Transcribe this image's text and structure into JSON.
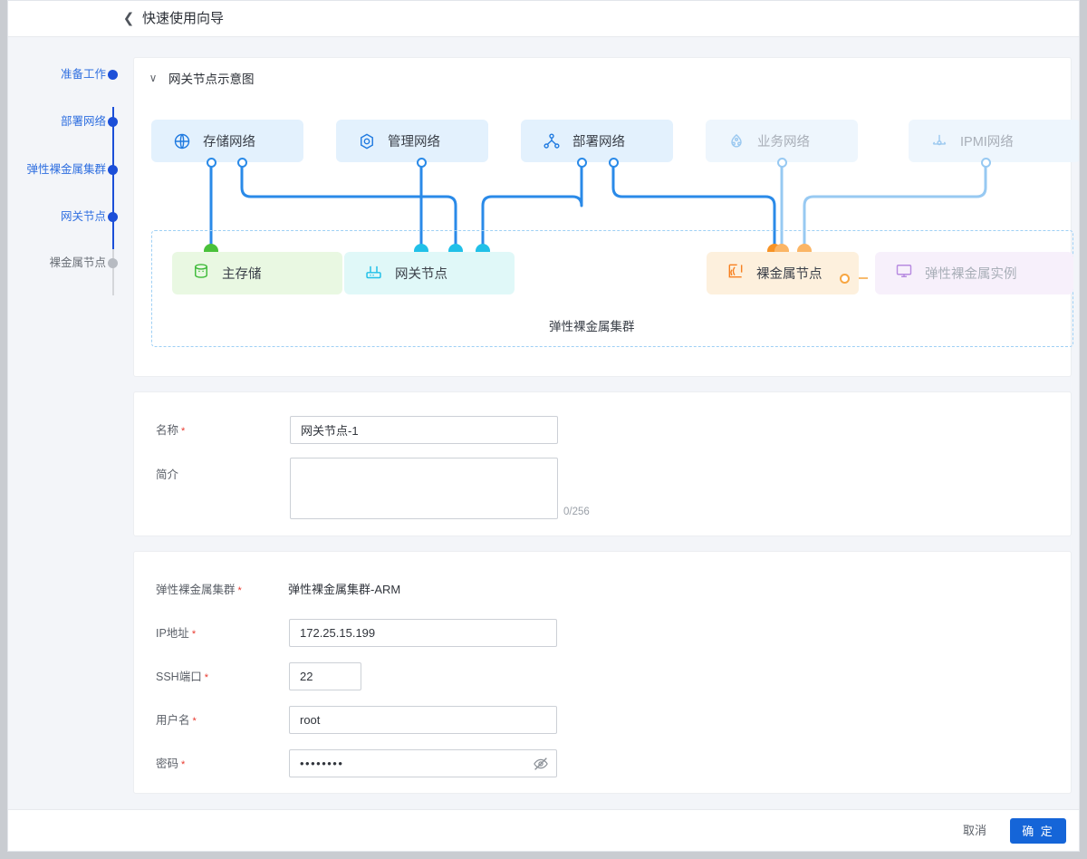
{
  "header": {
    "back_icon": "chevron-left",
    "title": "快速使用向导"
  },
  "steps": [
    {
      "label": "准备工作",
      "state": "done"
    },
    {
      "label": "部署网络",
      "state": "done"
    },
    {
      "label": "弹性裸金属集群",
      "state": "done"
    },
    {
      "label": "网关节点",
      "state": "current"
    },
    {
      "label": "裸金属节点",
      "state": "pending"
    }
  ],
  "diagram": {
    "title": "网关节点示意图",
    "collapse_icon": "chevron-down",
    "networks": [
      {
        "label": "存储网络",
        "icon": "globe-icon",
        "enabled": true
      },
      {
        "label": "管理网络",
        "icon": "hexagon-target-icon",
        "enabled": true
      },
      {
        "label": "部署网络",
        "icon": "share-nodes-icon",
        "enabled": true
      },
      {
        "label": "业务网络",
        "icon": "cloud-nodes-icon",
        "enabled": false
      },
      {
        "label": "IPMI网络",
        "icon": "ipmi-icon",
        "enabled": false
      }
    ],
    "nodes": [
      {
        "label": "主存储",
        "icon": "database-icon",
        "theme": "green",
        "enabled": true
      },
      {
        "label": "网关节点",
        "icon": "router-icon",
        "theme": "cyan",
        "enabled": true
      },
      {
        "label": "裸金属节点",
        "icon": "signal-icon",
        "theme": "orange",
        "enabled": true
      },
      {
        "label": "弹性裸金属实例",
        "icon": "monitor-icon",
        "theme": "purple",
        "enabled": false
      }
    ],
    "cluster_label": "弹性裸金属集群"
  },
  "basic_form": {
    "name": {
      "label": "名称",
      "required": true,
      "value": "网关节点-1"
    },
    "desc": {
      "label": "简介",
      "required": false,
      "value": "",
      "counter": "0/256"
    }
  },
  "conn_form": {
    "cluster": {
      "label": "弹性裸金属集群",
      "required": true,
      "value": "弹性裸金属集群-ARM"
    },
    "ip": {
      "label": "IP地址",
      "required": true,
      "value": "172.25.15.199"
    },
    "port": {
      "label": "SSH端口",
      "required": true,
      "value": "22"
    },
    "user": {
      "label": "用户名",
      "required": true,
      "value": "root"
    },
    "password": {
      "label": "密码",
      "required": true,
      "value": "••••••••",
      "toggle_icon": "eye-off-icon"
    }
  },
  "footer": {
    "cancel": "取消",
    "confirm": "确 定"
  },
  "colors": {
    "accent": "#1565d8",
    "step_active": "#2f6fe0",
    "wire": "#2a8ae8",
    "wire_light": "#97c9f2",
    "plug_green": "#49c13a",
    "plug_cyan": "#21c0e8",
    "plug_orange": "#f79326",
    "required": "#e8392e"
  }
}
